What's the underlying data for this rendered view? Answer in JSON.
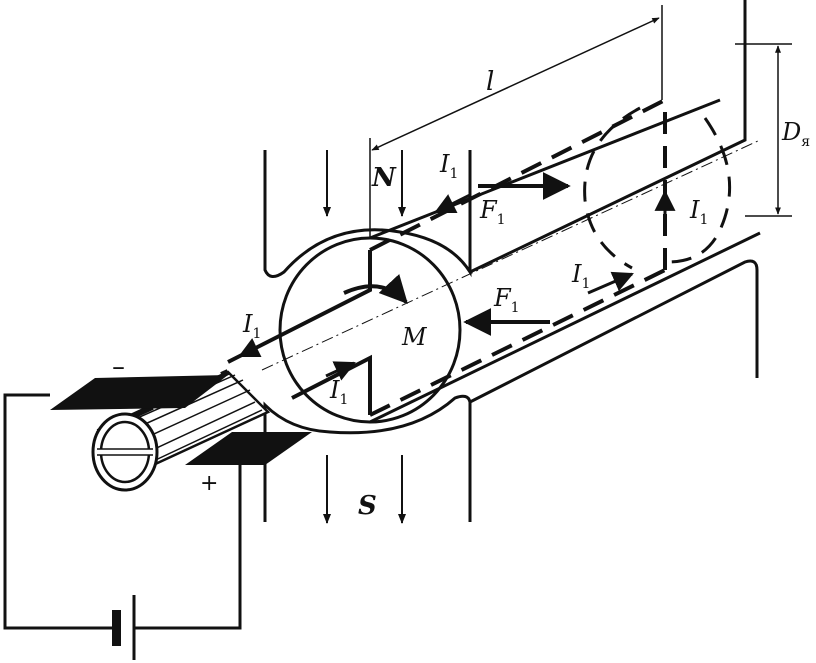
{
  "labels": {
    "length": "l",
    "diameter_main": "D",
    "diameter_sub": "я",
    "pole_north": "N",
    "pole_south": "S",
    "torque": "M",
    "current_main": "I",
    "current_sub": "1",
    "force_main": "F",
    "force_sub": "1",
    "minus": "–",
    "plus": "+"
  },
  "colors": {
    "ink": "#111111",
    "background": "#ffffff"
  }
}
